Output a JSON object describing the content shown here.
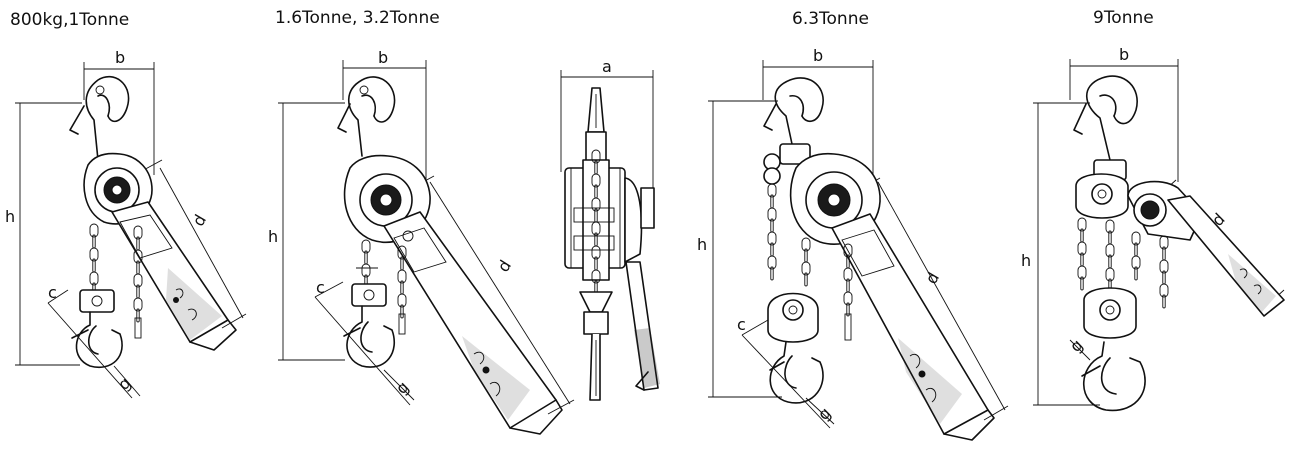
{
  "figures": [
    {
      "title": "800kg,1Tonne",
      "dims": [
        "b",
        "h",
        "d",
        "c",
        "g"
      ]
    },
    {
      "title": "1.6Tonne, 3.2Tonne",
      "dims": [
        "b",
        "h",
        "d",
        "c",
        "g"
      ]
    },
    {
      "title": "",
      "dims": [
        "a"
      ]
    },
    {
      "title": "6.3Tonne",
      "dims": [
        "b",
        "h",
        "d",
        "c",
        "g"
      ]
    },
    {
      "title": "9Tonne",
      "dims": [
        "b",
        "h",
        "d",
        "g"
      ]
    }
  ]
}
